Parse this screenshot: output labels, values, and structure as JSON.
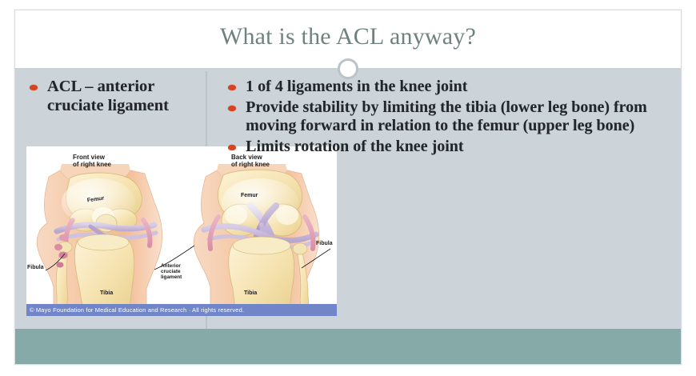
{
  "slide": {
    "title": "What is the ACL anyway?",
    "title_color": "#6e8280",
    "body_bg": "#ccd4d9",
    "accent_bar_color": "#86aaa8",
    "bullet_color": "#d9441f"
  },
  "left_column": {
    "bullets": [
      "ACL – anterior cruciate ligament"
    ]
  },
  "right_column": {
    "bullets": [
      "1 of 4 ligaments in the knee joint",
      "Provide stability by limiting the tibia (lower leg bone) from moving forward in relation to the femur (upper leg bone)",
      "Limits rotation of the knee joint"
    ]
  },
  "anatomy_figure": {
    "alt": "Two illustrations of a right knee joint showing the anterior cruciate ligament",
    "labels": {
      "front_view": "Front view\nof right knee",
      "back_view": "Back view\nof right knee",
      "femur_left": "Femur",
      "femur_right": "Femur",
      "tibia_left": "Tibia",
      "tibia_right": "Tibia",
      "fibula_left": "Fibula",
      "fibula_right": "Fibula",
      "acl": "Anterior\ncruciate\nligament"
    },
    "credit": "© Mayo Foundation for Medical Education and Research · All rights reserved."
  }
}
